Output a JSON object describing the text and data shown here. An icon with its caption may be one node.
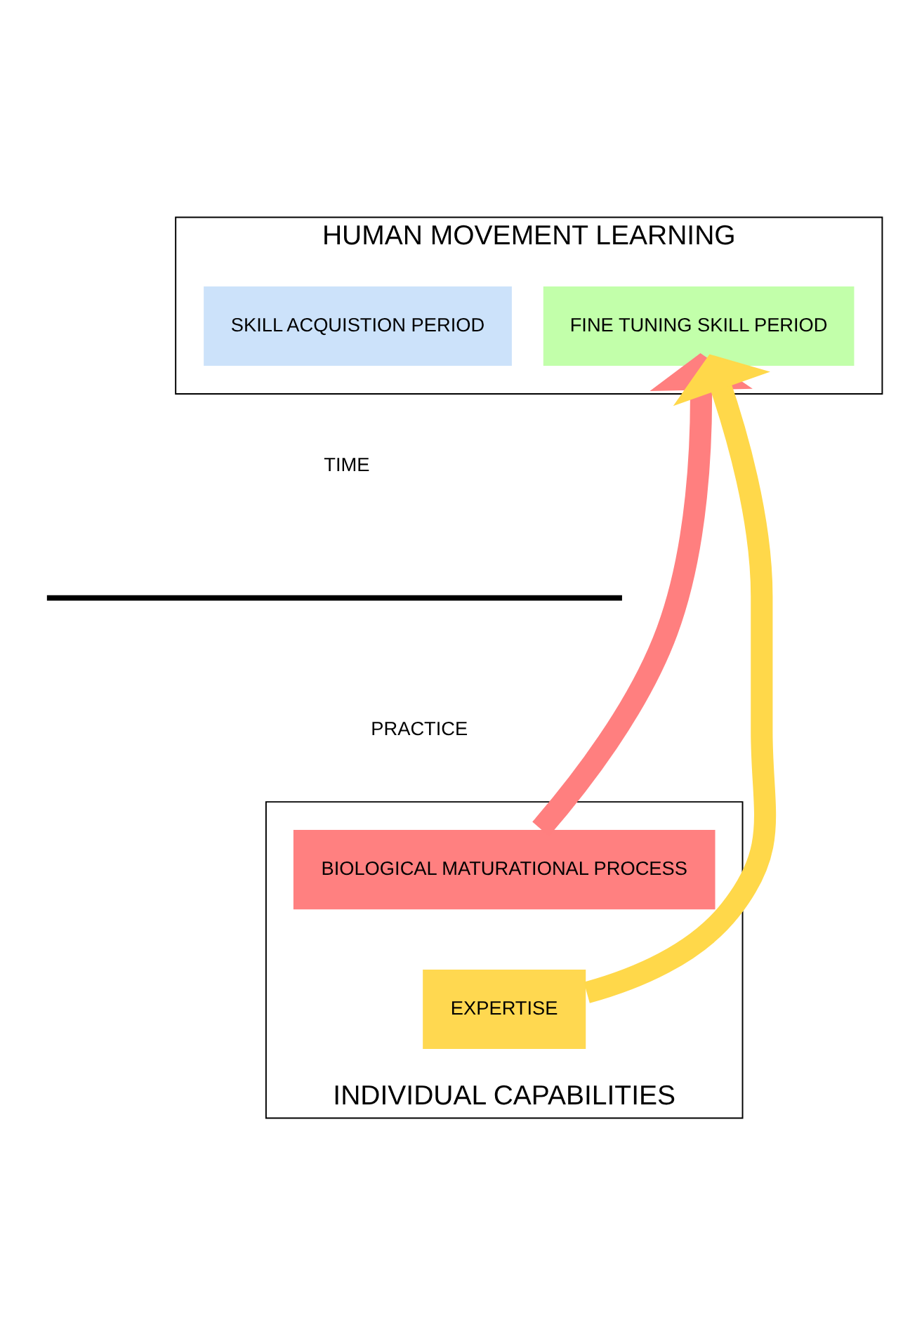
{
  "diagram": {
    "nodes": [
      {
        "text": [
          "HUMAN MOVEMENT LEARNING"
        ]
      },
      {
        "text": [
          "SKILL ACQUISTION PERIOD"
        ],
        "in": 0
      },
      {
        "text": [
          "FINE TUNING SKILL PERIOD"
        ],
        "in": 0
      },
      {
        "text": [
          "INDIVIDUAL CAPABILITIES"
        ]
      },
      {
        "text": [
          "BIOLOGICAL MATURATIONAL PROCESS"
        ],
        "in": 3
      },
      {
        "text": [
          "EXPERTISE"
        ],
        "in": 3
      }
    ],
    "edges": [
      {
        "from": 4,
        "to": 2,
        "arrow": "to",
        "color": "#ff7f7f"
      },
      {
        "from": 5,
        "to": 2,
        "arrow": "to",
        "color": "#ffd84a"
      }
    ],
    "labels": [
      "TIME",
      "PRACTICE"
    ]
  }
}
